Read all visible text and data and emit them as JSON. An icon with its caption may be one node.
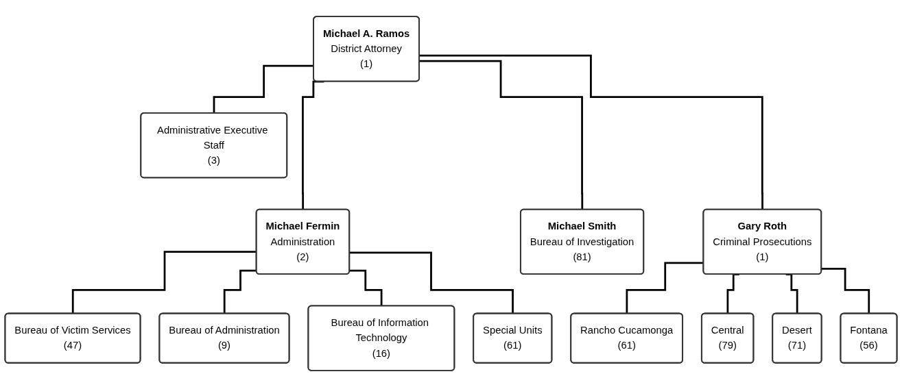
{
  "diagram": {
    "nodes": [
      {
        "text": [
          "Michael A. Ramos",
          "District Attorney",
          "(1)"
        ]
      },
      {
        "text": [
          "Administrative Executive Staff",
          "(3)"
        ]
      },
      {
        "text": [
          "Michael Fermin",
          "Administration",
          "(2)"
        ]
      },
      {
        "text": [
          "Michael Smith",
          "Bureau of Investigation",
          "(81)"
        ]
      },
      {
        "text": [
          "Gary Roth",
          "Criminal Prosecutions",
          "(1)"
        ]
      },
      {
        "text": [
          "Bureau of Victim Services",
          "(47)"
        ]
      },
      {
        "text": [
          "Bureau of Administration",
          "(9)"
        ]
      },
      {
        "text": [
          "Bureau of Information Technology",
          "(16)"
        ]
      },
      {
        "text": [
          "Special Units",
          "(61)"
        ]
      },
      {
        "text": [
          "Rancho Cucamonga",
          "(61)"
        ]
      },
      {
        "text": [
          "Central",
          "(79)"
        ]
      },
      {
        "text": [
          "Desert",
          "(71)"
        ]
      },
      {
        "text": [
          "Fontana",
          "(56)"
        ]
      }
    ],
    "edges": [
      {
        "from": 0,
        "to": 1,
        "arrow": "none"
      },
      {
        "from": 0,
        "to": 2,
        "arrow": "none"
      },
      {
        "from": 0,
        "to": 3,
        "arrow": "none"
      },
      {
        "from": 0,
        "to": 4,
        "arrow": "none"
      },
      {
        "from": 2,
        "to": 5,
        "arrow": "none"
      },
      {
        "from": 2,
        "to": 6,
        "arrow": "none"
      },
      {
        "from": 2,
        "to": 7,
        "arrow": "none"
      },
      {
        "from": 2,
        "to": 8,
        "arrow": "none"
      },
      {
        "from": 4,
        "to": 9,
        "arrow": "none"
      },
      {
        "from": 4,
        "to": 10,
        "arrow": "none"
      },
      {
        "from": 4,
        "to": 11,
        "arrow": "none"
      },
      {
        "from": 4,
        "to": 12,
        "arrow": "none"
      }
    ]
  }
}
